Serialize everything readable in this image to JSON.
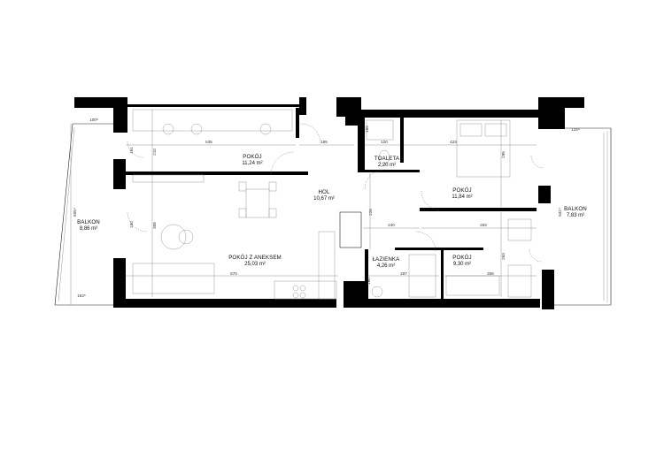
{
  "rooms": {
    "pokoj_top": {
      "label": "POKÓJ",
      "area": "11,24 m²"
    },
    "pokoj_aneks": {
      "label": "POKÓJ Z ANEKSEM",
      "area": "25,03 m²"
    },
    "hol": {
      "label": "HOL",
      "area": "10,67 m²"
    },
    "toaleta": {
      "label": "TOALETA",
      "area": "2,20 m²"
    },
    "lazienka": {
      "label": "ŁAZIENKA",
      "area": "4,26 m²"
    },
    "pokoj_mid": {
      "label": "POKÓJ",
      "area": "11,84 m²"
    },
    "pokoj_bottom": {
      "label": "POKÓJ",
      "area": "9,30 m²"
    },
    "balkon_left": {
      "label": "BALKON",
      "area": "8,86 m²"
    },
    "balkon_right": {
      "label": "BALKON",
      "area": "7,83 m²"
    }
  },
  "dims": {
    "d100": "100⁸",
    "d535": "535",
    "d210": "210",
    "d185": "185",
    "d165": "165",
    "d120": "120",
    "d423": "423",
    "d295": "295",
    "d134": "134⁸",
    "d605": "605⁴",
    "d306a": "306",
    "d226": "226",
    "d240": "240",
    "d263": "263",
    "d670": "670",
    "d160": "160",
    "d297": "297",
    "d306b": "306",
    "d263b": "263",
    "d182": "182⁶",
    "d502": "502⁴",
    "d161": "161",
    "d150": "150"
  },
  "colors": {
    "wall": "#000000",
    "furniture": "#9a9a9a",
    "line": "#222222"
  }
}
